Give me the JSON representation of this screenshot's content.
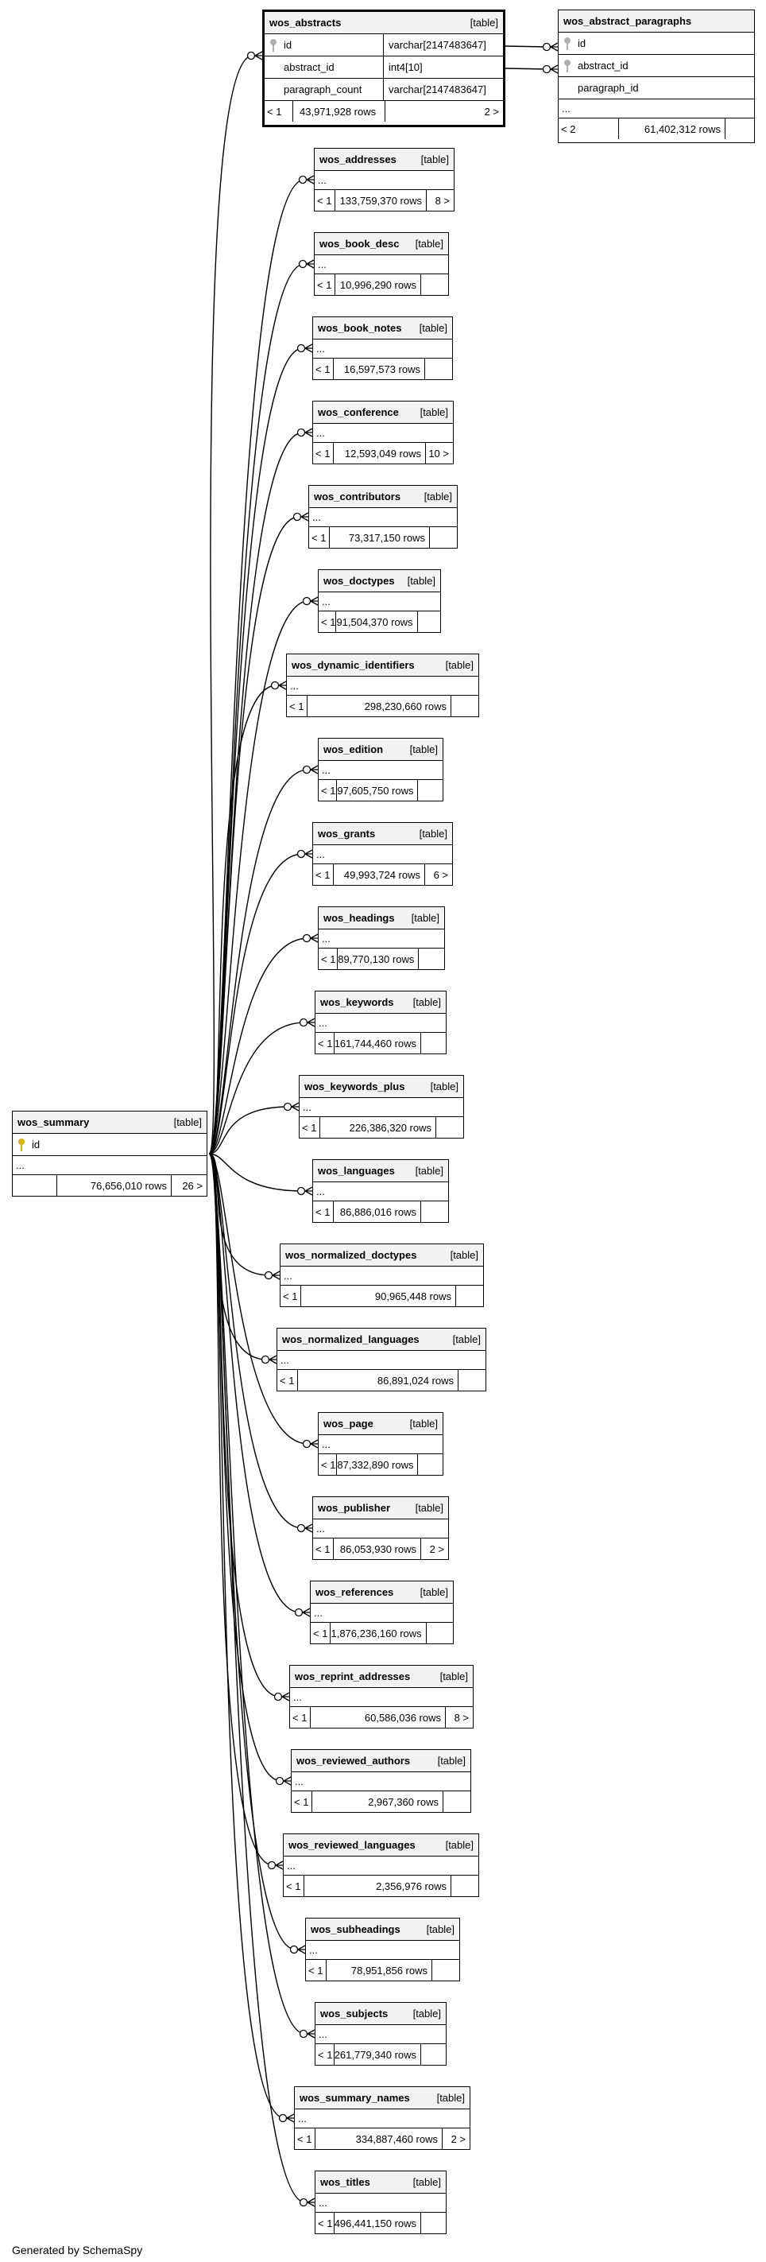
{
  "diagram": {
    "root": {
      "name": "wos_summary",
      "kind": "[table]",
      "pk": "id",
      "ellipsis": "...",
      "lt": "",
      "rows": "76,656,010 rows",
      "gt": "26 >"
    },
    "abstracts": {
      "name": "wos_abstracts",
      "kind": "[table]",
      "columns": [
        {
          "name": "id",
          "type": "varchar[2147483647]"
        },
        {
          "name": "abstract_id",
          "type": "int4[10]"
        },
        {
          "name": "paragraph_count",
          "type": "varchar[2147483647]"
        }
      ],
      "lt": "< 1",
      "rows": "43,971,928 rows",
      "gt": "2 >"
    },
    "paragraphs": {
      "name": "wos_abstract_paragraphs",
      "kind": "[table]",
      "columns": [
        "id",
        "abstract_id",
        "paragraph_id"
      ],
      "ellipsis": "...",
      "lt": "< 2",
      "rows": "61,402,312 rows"
    },
    "children": [
      {
        "name": "wos_addresses",
        "kind": "[table]",
        "ellipsis": "...",
        "lt": "< 1",
        "rows": "133,759,370 rows",
        "gt": "8 >"
      },
      {
        "name": "wos_book_desc",
        "kind": "[table]",
        "ellipsis": "...",
        "lt": "< 1",
        "rows": "10,996,290 rows",
        "gt": ""
      },
      {
        "name": "wos_book_notes",
        "kind": "[table]",
        "ellipsis": "...",
        "lt": "< 1",
        "rows": "16,597,573 rows",
        "gt": ""
      },
      {
        "name": "wos_conference",
        "kind": "[table]",
        "ellipsis": "...",
        "lt": "< 1",
        "rows": "12,593,049 rows",
        "gt": "10 >"
      },
      {
        "name": "wos_contributors",
        "kind": "[table]",
        "ellipsis": "...",
        "lt": "< 1",
        "rows": "73,317,150 rows",
        "gt": ""
      },
      {
        "name": "wos_doctypes",
        "kind": "[table]",
        "ellipsis": "...",
        "lt": "< 1",
        "rows": "91,504,370 rows",
        "gt": ""
      },
      {
        "name": "wos_dynamic_identifiers",
        "kind": "[table]",
        "ellipsis": "...",
        "lt": "< 1",
        "rows": "298,230,660 rows",
        "gt": ""
      },
      {
        "name": "wos_edition",
        "kind": "[table]",
        "ellipsis": "...",
        "lt": "< 1",
        "rows": "97,605,750 rows",
        "gt": ""
      },
      {
        "name": "wos_grants",
        "kind": "[table]",
        "ellipsis": "...",
        "lt": "< 1",
        "rows": "49,993,724 rows",
        "gt": "6 >"
      },
      {
        "name": "wos_headings",
        "kind": "[table]",
        "ellipsis": "...",
        "lt": "< 1",
        "rows": "89,770,130 rows",
        "gt": ""
      },
      {
        "name": "wos_keywords",
        "kind": "[table]",
        "ellipsis": "...",
        "lt": "< 1",
        "rows": "161,744,460 rows",
        "gt": ""
      },
      {
        "name": "wos_keywords_plus",
        "kind": "[table]",
        "ellipsis": "...",
        "lt": "< 1",
        "rows": "226,386,320 rows",
        "gt": ""
      },
      {
        "name": "wos_languages",
        "kind": "[table]",
        "ellipsis": "...",
        "lt": "< 1",
        "rows": "86,886,016 rows",
        "gt": ""
      },
      {
        "name": "wos_normalized_doctypes",
        "kind": "[table]",
        "ellipsis": "...",
        "lt": "< 1",
        "rows": "90,965,448 rows",
        "gt": ""
      },
      {
        "name": "wos_normalized_languages",
        "kind": "[table]",
        "ellipsis": "...",
        "lt": "< 1",
        "rows": "86,891,024 rows",
        "gt": ""
      },
      {
        "name": "wos_page",
        "kind": "[table]",
        "ellipsis": "...",
        "lt": "< 1",
        "rows": "87,332,890 rows",
        "gt": ""
      },
      {
        "name": "wos_publisher",
        "kind": "[table]",
        "ellipsis": "...",
        "lt": "< 1",
        "rows": "86,053,930 rows",
        "gt": "2 >"
      },
      {
        "name": "wos_references",
        "kind": "[table]",
        "ellipsis": "...",
        "lt": "< 1",
        "rows": "1,876,236,160 rows",
        "gt": ""
      },
      {
        "name": "wos_reprint_addresses",
        "kind": "[table]",
        "ellipsis": "...",
        "lt": "< 1",
        "rows": "60,586,036 rows",
        "gt": "8 >"
      },
      {
        "name": "wos_reviewed_authors",
        "kind": "[table]",
        "ellipsis": "...",
        "lt": "< 1",
        "rows": "2,967,360 rows",
        "gt": ""
      },
      {
        "name": "wos_reviewed_languages",
        "kind": "[table]",
        "ellipsis": "...",
        "lt": "< 1",
        "rows": "2,356,976 rows",
        "gt": ""
      },
      {
        "name": "wos_subheadings",
        "kind": "[table]",
        "ellipsis": "...",
        "lt": "< 1",
        "rows": "78,951,856 rows",
        "gt": ""
      },
      {
        "name": "wos_subjects",
        "kind": "[table]",
        "ellipsis": "...",
        "lt": "< 1",
        "rows": "261,779,340 rows",
        "gt": ""
      },
      {
        "name": "wos_summary_names",
        "kind": "[table]",
        "ellipsis": "...",
        "lt": "< 1",
        "rows": "334,887,460 rows",
        "gt": "2 >"
      },
      {
        "name": "wos_titles",
        "kind": "[table]",
        "ellipsis": "...",
        "lt": "< 1",
        "rows": "496,441,150 rows",
        "gt": ""
      }
    ]
  },
  "footer": "Generated by SchemaSpy"
}
